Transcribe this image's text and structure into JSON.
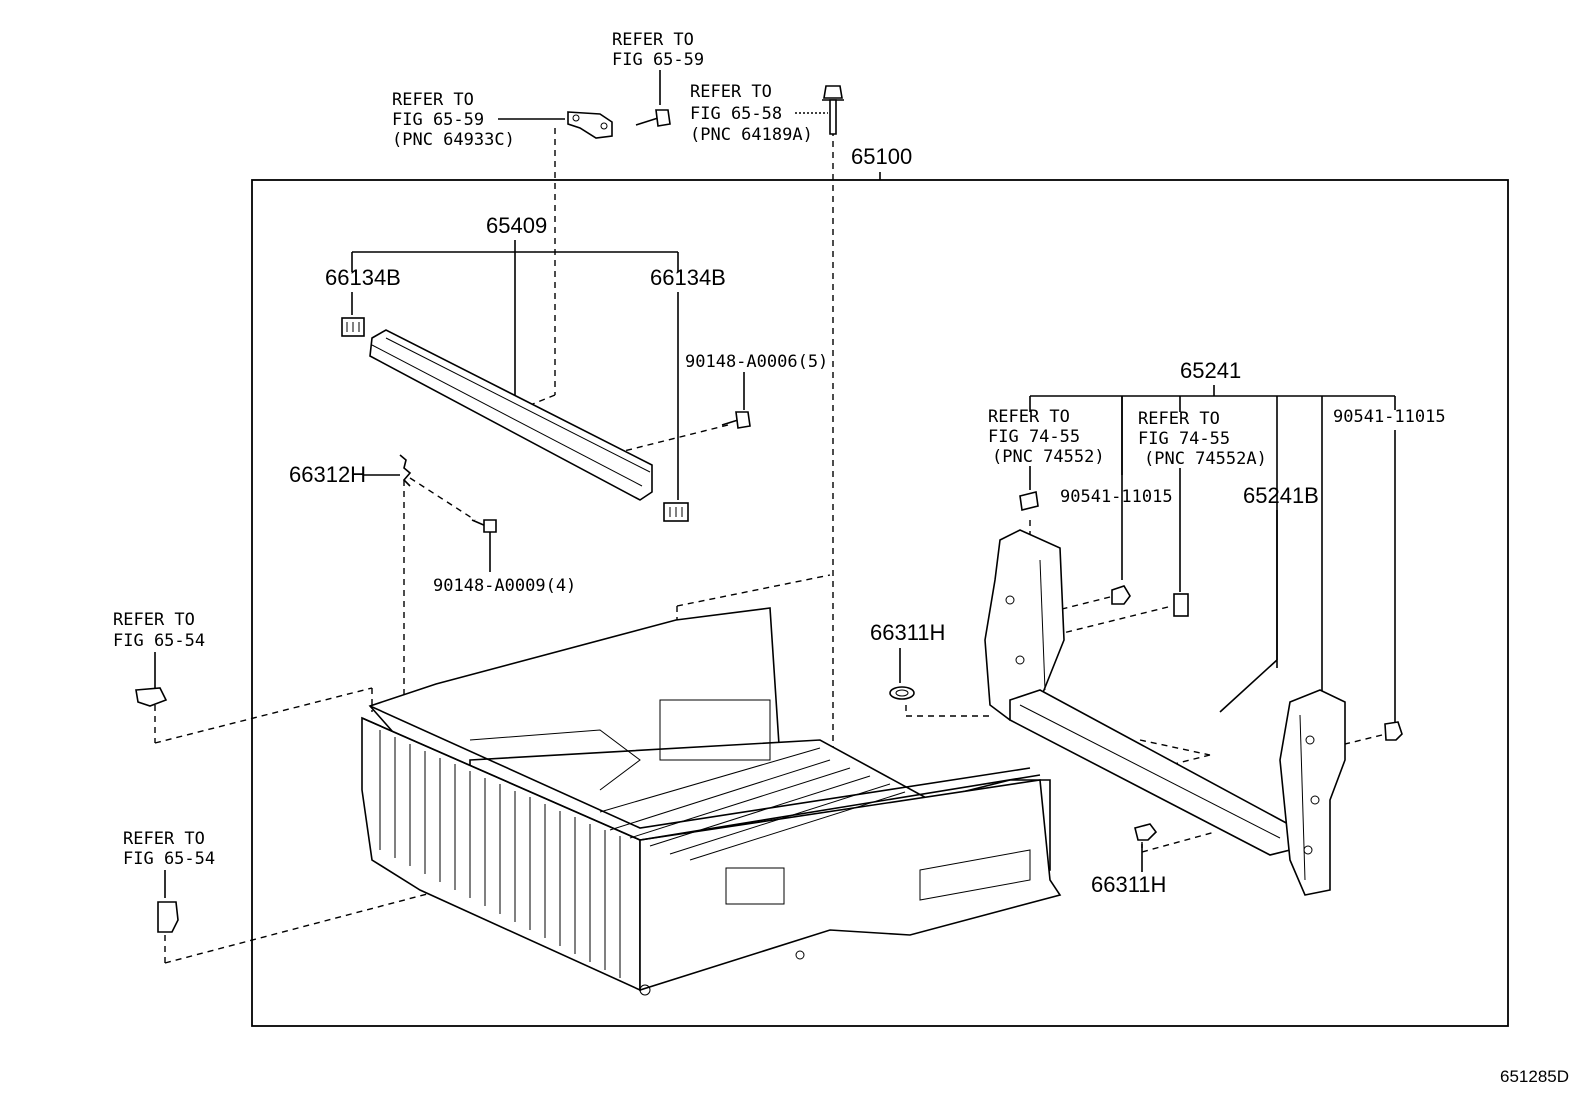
{
  "parts": {
    "assy_65100": "65100",
    "rail_65409": "65409",
    "cap_left": "66134B",
    "cap_right": "66134B",
    "screw_90148_a0006": "90148-A0006(5)",
    "hook_66312h": "66312H",
    "screw_90148_a0009": "90148-A0009(4)",
    "frame_65241": "65241",
    "frame_65241b": "65241B",
    "plug_90541_a": "90541-11015",
    "plug_90541_b": "90541-11015",
    "plug_66311h_a": "66311H",
    "plug_66311h_b": "66311H"
  },
  "refs": {
    "ref_65_59_top": [
      "REFER TO",
      "FIG 65-59"
    ],
    "ref_65_59_left": [
      "REFER TO",
      "FIG 65-59",
      "(PNC 64933C)"
    ],
    "ref_65_58": [
      "REFER TO",
      "FIG 65-58",
      "(PNC 64189A)"
    ],
    "ref_74_55_a": [
      "REFER TO",
      "FIG 74-55",
      "(PNC 74552)"
    ],
    "ref_74_55_b": [
      "REFER TO",
      "FIG 74-55",
      "(PNC 74552A)"
    ],
    "ref_65_54_upper": [
      "REFER TO",
      "FIG 65-54"
    ],
    "ref_65_54_lower": [
      "REFER TO",
      "FIG 65-54"
    ]
  },
  "figure_id": "651285D"
}
